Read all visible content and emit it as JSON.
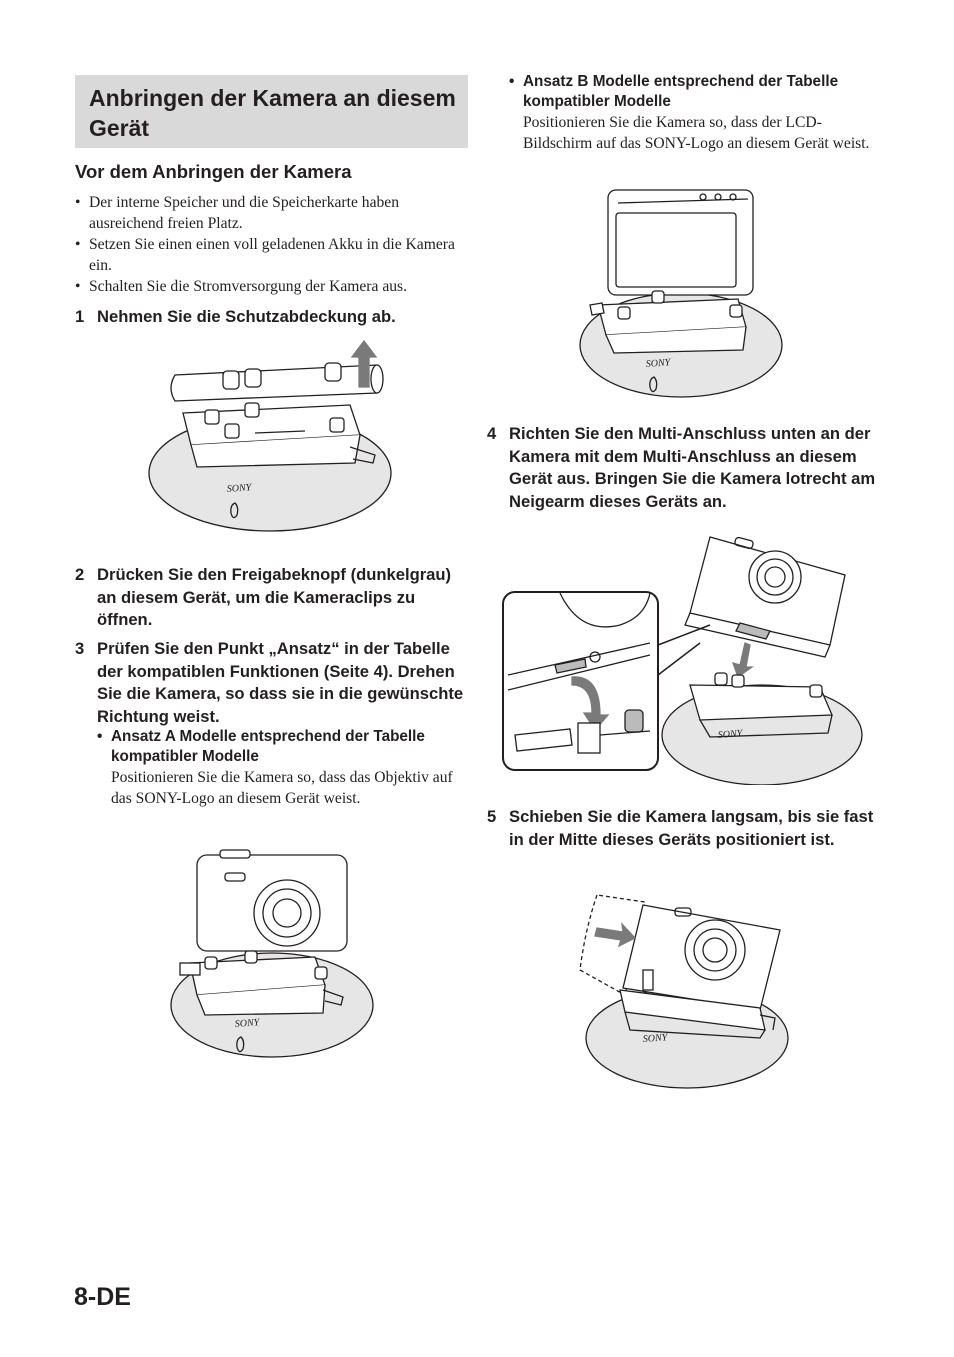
{
  "section_title": "Anbringen der Kamera an diesem Gerät",
  "subheading": "Vor dem Anbringen der Kamera",
  "prerequisites": [
    "Der interne Speicher und die Speicherkarte haben ausreichend freien Platz.",
    "Setzen Sie einen einen voll geladenen Akku in die Kamera ein.",
    "Schalten Sie die Stromversorgung der Kamera aus."
  ],
  "steps": [
    {
      "number": "1",
      "text": "Nehmen Sie die Schutzabdeckung ab."
    },
    {
      "number": "2",
      "text": "Drücken Sie den Freigabeknopf (dunkelgrau) an diesem Gerät, um die Kameraclips zu öffnen."
    },
    {
      "number": "3",
      "text": "Prüfen Sie den Punkt „Ansatz“ in der Tabelle der kompatiblen Funktionen (Seite 4). Drehen Sie die Kamera, so dass sie in die gewünschte Richtung weist."
    },
    {
      "number": "4",
      "text": "Richten Sie den Multi-Anschluss unten an der Kamera mit dem Multi-Anschluss an diesem Gerät aus. Bringen Sie die Kamera lotrecht am Neigearm dieses Geräts an."
    },
    {
      "number": "5",
      "text": "Schieben Sie die Kamera langsam, bis sie fast in der Mitte dieses Geräts positioniert ist."
    }
  ],
  "approach_a": {
    "heading": "Ansatz A Modelle entsprechend der Tabelle kompatibler Modelle",
    "body": "Positionieren Sie die Kamera so, dass das Objektiv auf das SONY-Logo an diesem Gerät weist."
  },
  "approach_b": {
    "heading": "Ansatz B Modelle entsprechend der Tabelle kompatibler Modelle",
    "body": "Positionieren Sie die Kamera so, dass der LCD-Bildschirm auf das SONY-Logo an diesem Gerät weist."
  },
  "logo_text": "SONY",
  "page_number": "8-DE",
  "colors": {
    "title_box": "#d9d9da",
    "base_fill": "#e6e6e6",
    "line": "#231f20",
    "arrow": "#7a7a7a"
  }
}
